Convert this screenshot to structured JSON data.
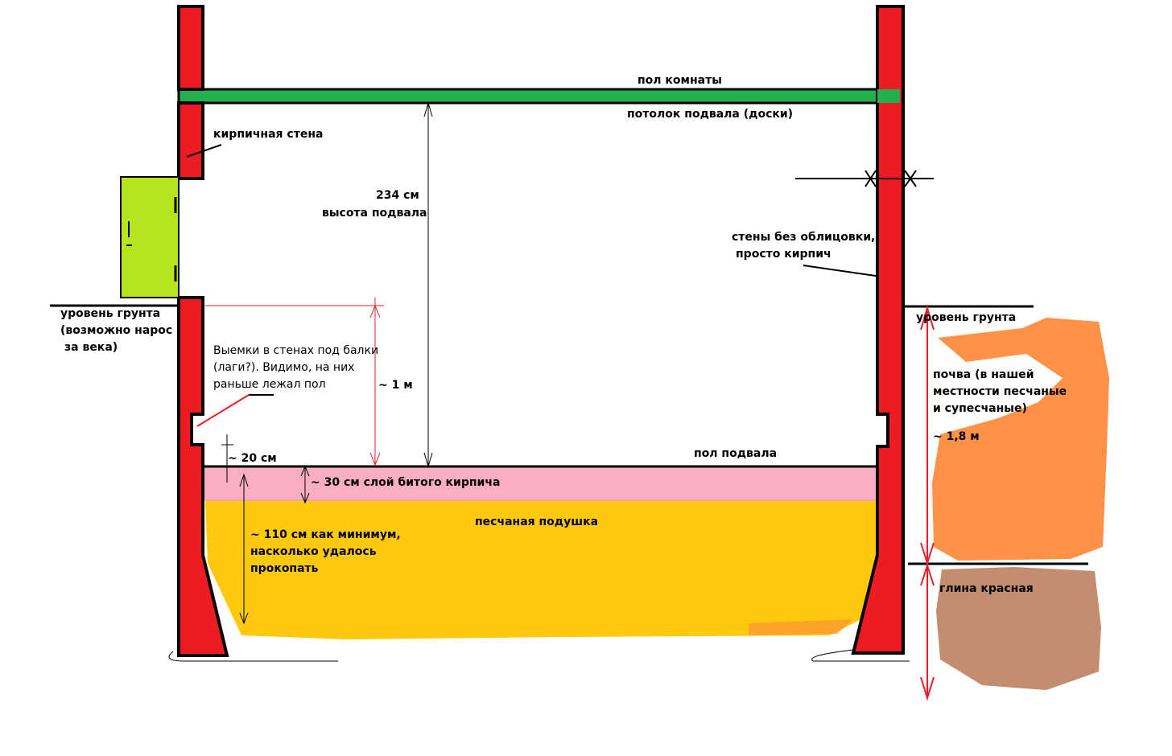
{
  "labels": {
    "room_floor": "пол комнаты",
    "basement_ceiling": "потолок подвала (доски)",
    "brick_wall": "кирпичная стена",
    "height_value": "234 см",
    "height_label": "высота подвала",
    "walls_no_cladding_1": "стены без облицовки,",
    "walls_no_cladding_2": "просто кирпич",
    "ground_level_left_1": "уровень грунта",
    "ground_level_left_2": "(возможно нарос",
    "ground_level_left_3": "за века)",
    "niches_1": "Выемки в стенах под балки",
    "niches_2": "(лаги?). Видимо, на них",
    "niches_3": "раньше лежал пол",
    "one_meter": "~ 1 м",
    "twenty_cm": "~ 20 см",
    "basement_floor": "пол подвала",
    "brick_layer": "~ 30 см слой битого кирпича",
    "sand_cushion": "песчаная подушка",
    "sand_depth_1": "~ 110 см как минимум,",
    "sand_depth_2": "насколько удалось",
    "sand_depth_3": "прокопать",
    "ground_level_right": "уровень грунта",
    "soil_1": "почва (в нашей",
    "soil_2": "местности песчаные",
    "soil_3": "и супесчаные)",
    "soil_depth": "~ 1,8 м",
    "red_clay": "глина красная"
  },
  "colors": {
    "wall": "#ed1c24",
    "beam": "#22b14c",
    "door": "#b5e61d",
    "brick_layer": "#f9aec3",
    "sand": "#ffc90e",
    "soil": "#ff7f27",
    "clay": "#b97a57"
  }
}
